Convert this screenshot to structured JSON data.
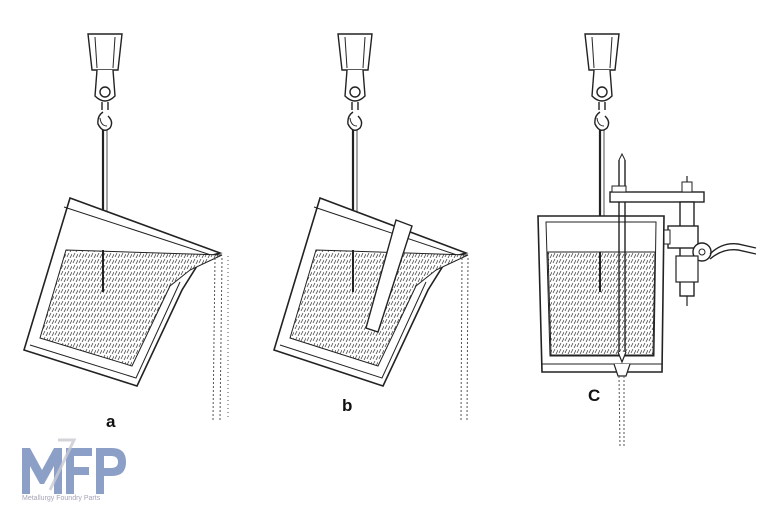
{
  "labels": {
    "a": "a",
    "b": "b",
    "c": "C"
  },
  "logo": {
    "text": "MFP",
    "caption": "Metallurgy Foundry Parts"
  },
  "colors": {
    "line": "#333333",
    "fill_pattern": "#555555",
    "logo_blue": "#8c9fc7",
    "logo_grey": "#c9c9d2"
  },
  "icons": [
    "crane-hook-icon",
    "stopper-rod-icon",
    "ladle-icon",
    "gas-hose-icon"
  ]
}
